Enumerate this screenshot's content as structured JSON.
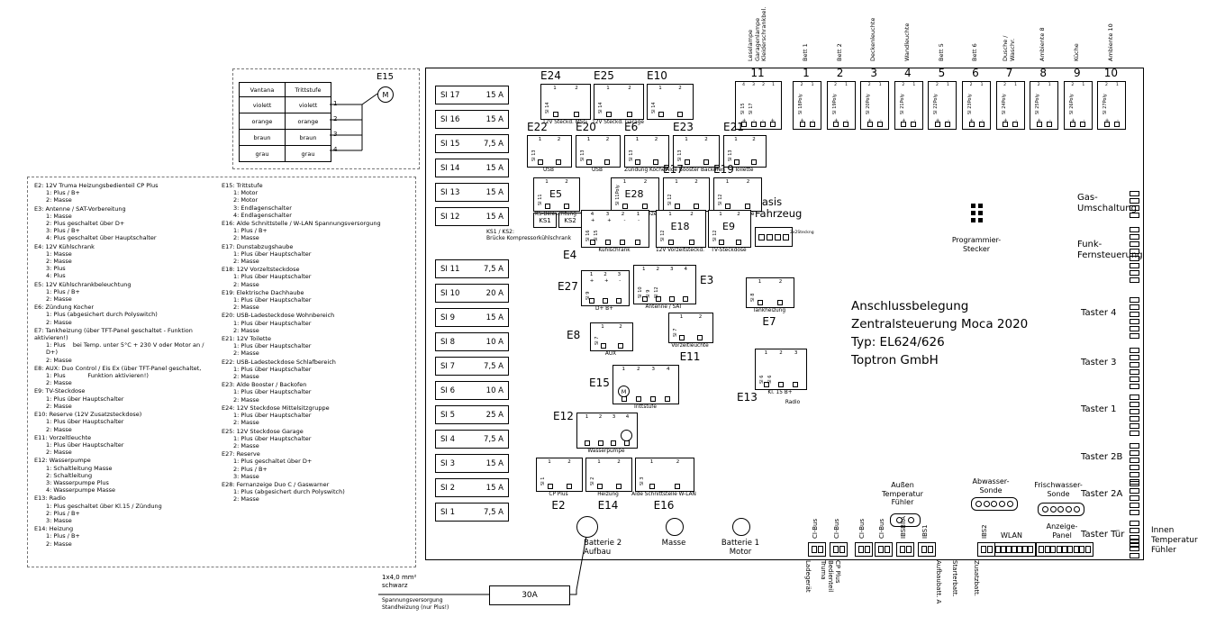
{
  "diagram_title": {
    "lines": [
      "Anschlussbelegung",
      "Zentralsteuerung Moca 2020",
      "Typ: EL624/626",
      "Toptron GmbH"
    ]
  },
  "e15_module": {
    "label": "E15",
    "motor_symbol": "M",
    "table": {
      "headers": [
        "Vantana",
        "Trittstufe"
      ],
      "rows": [
        {
          "vantana": "violett",
          "trittstufe": "violett",
          "pin": "1"
        },
        {
          "vantana": "orange",
          "trittstufe": "orange",
          "pin": "2"
        },
        {
          "vantana": "braun",
          "trittstufe": "braun",
          "pin": "3"
        },
        {
          "vantana": "grau",
          "trittstufe": "grau",
          "pin": "4"
        }
      ]
    }
  },
  "legend": {
    "left": [
      {
        "code": "E2:",
        "title": "12V Truma Heizungsbedienteil CP Plus",
        "pins": [
          "1: Plus / B+",
          "2: Masse"
        ]
      },
      {
        "code": "E3:",
        "title": "Antenne / SAT-Vorbereitung",
        "pins": [
          "1: Masse",
          "2: Plus geschaltet über D+",
          "3: Plus / B+",
          "4: Plus geschaltet über Hauptschalter"
        ]
      },
      {
        "code": "E4:",
        "title": "12V Kühlschrank",
        "pins": [
          "1: Masse",
          "2: Masse",
          "3: Plus",
          "4: Plus"
        ]
      },
      {
        "code": "E5:",
        "title": "12V Kühlschrankbeleuchtung",
        "pins": [
          "1: Plus / B+",
          "2: Masse"
        ]
      },
      {
        "code": "E6:",
        "title": "Zündung Kocher",
        "pins": [
          "1: Plus (abgesichert durch Polyswitch)",
          "2: Masse"
        ]
      },
      {
        "code": "E7:",
        "title": "Tankheizung (über TFT-Panel geschaltet - Funktion aktivieren!)",
        "pins": [
          "1: Plus    bei Temp. unter 5°C + 230 V oder Motor an / D+)",
          "2: Masse"
        ]
      },
      {
        "code": "E8:",
        "title": "AUX: Duo Control / Eis Ex (über TFT-Panel geschaltet,",
        "pins": [
          "1: Plus            Funktion aktivieren!)",
          "2: Masse"
        ]
      },
      {
        "code": "E9:",
        "title": "TV-Steckdose",
        "pins": [
          "1: Plus über Hauptschalter",
          "2: Masse"
        ]
      },
      {
        "code": "E10:",
        "title": "Reserve (12V Zusatzsteckdose)",
        "pins": [
          "1: Plus über Hauptschalter",
          "2: Masse"
        ]
      },
      {
        "code": "E11:",
        "title": "Vorzeltleuchte",
        "pins": [
          "1: Plus über Hauptschalter",
          "2: Masse"
        ]
      },
      {
        "code": "E12:",
        "title": "Wasserpumpe",
        "pins": [
          "1: Schaltleitung Masse",
          "2: Schaltleitung",
          "3: Wasserpumpe Plus",
          "4: Wasserpumpe Masse"
        ]
      },
      {
        "code": "E13:",
        "title": "Radio",
        "pins": [
          "1: Plus geschaltet über Kl.15 / Zündung",
          "2: Plus / B+",
          "3: Masse"
        ]
      },
      {
        "code": "E14:",
        "title": "Heizung",
        "pins": [
          "1: Plus / B+",
          "2: Masse"
        ]
      }
    ],
    "right": [
      {
        "code": "E15:",
        "title": "Trittstufe",
        "pins": [
          "1: Motor",
          "2: Motor",
          "3: Endlagenschalter",
          "4: Endlagenschalter"
        ]
      },
      {
        "code": "E16:",
        "title": "Alde Schnittstelle / W-LAN Spannungsversorgung",
        "pins": [
          "1: Plus / B+",
          "2: Masse"
        ]
      },
      {
        "code": "E17:",
        "title": "Dunstabzugshaube",
        "pins": [
          "1: Plus über Hauptschalter",
          "2: Masse"
        ]
      },
      {
        "code": "E18:",
        "title": "12V Vorzeltsteckdose",
        "pins": [
          "1: Plus über Hauptschalter",
          "2: Masse"
        ]
      },
      {
        "code": "E19:",
        "title": "Elektrische Dachhaube",
        "pins": [
          "1: Plus über Hauptschalter",
          "2: Masse"
        ]
      },
      {
        "code": "E20:",
        "title": "USB-Ladesteckdose Wohnbereich",
        "pins": [
          "1: Plus über Hauptschalter",
          "2: Masse"
        ]
      },
      {
        "code": "E21:",
        "title": "12V Toilette",
        "pins": [
          "1: Plus über Hauptschalter",
          "2: Masse"
        ]
      },
      {
        "code": "E22:",
        "title": "USB-Ladesteckdose Schlafbereich",
        "pins": [
          "1: Plus über Hauptschalter",
          "2: Masse"
        ]
      },
      {
        "code": "E23:",
        "title": "Alde Booster / Backofen",
        "pins": [
          "1: Plus über Hauptschalter",
          "2: Masse"
        ]
      },
      {
        "code": "E24:",
        "title": "12V Steckdose Mittelsitzgruppe",
        "pins": [
          "1: Plus über Hauptschalter",
          "2: Masse"
        ]
      },
      {
        "code": "E25:",
        "title": "12V Steckdose Garage",
        "pins": [
          "1: Plus über Hauptschalter",
          "2: Masse"
        ]
      },
      {
        "code": "E27:",
        "title": "Reserve",
        "pins": [
          "1: Plus geschaltet über D+",
          "2: Plus / B+",
          "3: Masse"
        ]
      },
      {
        "code": "E28:",
        "title": "Fernanzeige Duo C / Gaswarner",
        "pins": [
          "1: Plus (abgesichert durch Polyswitch)",
          "2: Masse"
        ]
      }
    ]
  },
  "fuses": {
    "group1": [
      {
        "name": "SI 17",
        "amp": "15 A"
      },
      {
        "name": "SI 16",
        "amp": "15 A"
      },
      {
        "name": "SI 15",
        "amp": "7,5 A"
      },
      {
        "name": "SI 14",
        "amp": "15 A"
      },
      {
        "name": "SI 13",
        "amp": "15 A"
      },
      {
        "name": "SI 12",
        "amp": "15 A"
      }
    ],
    "group2": [
      {
        "name": "SI 11",
        "amp": "7,5 A"
      },
      {
        "name": "SI 10",
        "amp": "20 A"
      },
      {
        "name": "SI 9",
        "amp": "15 A"
      },
      {
        "name": "SI 8",
        "amp": "10 A"
      },
      {
        "name": "SI 7",
        "amp": "7,5 A"
      },
      {
        "name": "SI 6",
        "amp": "10 A"
      },
      {
        "name": "SI 5",
        "amp": "25 A"
      },
      {
        "name": "SI 4",
        "amp": "7,5 A"
      },
      {
        "name": "SI 3",
        "amp": "15 A"
      },
      {
        "name": "SI 2",
        "amp": "15 A"
      },
      {
        "name": "SI 1",
        "amp": "7,5 A"
      }
    ]
  },
  "lamp_outputs": {
    "wide": {
      "num": "11",
      "header": [
        "Leselampe",
        "Garagenlampe",
        "Kleiderschrankbel."
      ],
      "pins": "4 3 2 1",
      "signs": "+ - - +",
      "fuses": [
        "SI 15",
        "SI 17"
      ]
    },
    "items": [
      {
        "num": "1",
        "header": [
          "Bett 1"
        ],
        "fuse": "SI 18Poly"
      },
      {
        "num": "2",
        "header": [
          "Bett 2"
        ],
        "fuse": "SI 19Poly"
      },
      {
        "num": "3",
        "header": [
          "Deckenleuchte"
        ],
        "fuse": "SI 20Poly"
      },
      {
        "num": "4",
        "header": [
          "Wandleuchte"
        ],
        "fuse": "SI 21Poly"
      },
      {
        "num": "5",
        "header": [
          "Bett 5"
        ],
        "fuse": "SI 22Poly"
      },
      {
        "num": "6",
        "header": [
          "Bett 6"
        ],
        "fuse": "SI 23Poly"
      },
      {
        "num": "7",
        "header": [
          "Dusche /",
          "Waschr."
        ],
        "fuse": "SI 24Poly"
      },
      {
        "num": "8",
        "header": [
          "Ambiente 8"
        ],
        "fuse": "SI 25Poly"
      },
      {
        "num": "9",
        "header": [
          "Küche"
        ],
        "fuse": "SI 26Poly"
      },
      {
        "num": "10",
        "header": [
          "Ambiente 10"
        ],
        "fuse": "SI 27Poly"
      }
    ]
  },
  "blocks": [
    {
      "id": "E24",
      "label": "E24",
      "pins": "1 2",
      "fuses": [
        "SI 14"
      ],
      "caption": "12V Steckd. MSG"
    },
    {
      "id": "E25",
      "label": "E25",
      "pins": "1 2",
      "fuses": [
        "SI 14"
      ],
      "caption": "12V Steckd. Garage"
    },
    {
      "id": "E10",
      "label": "E10",
      "pins": "1 2",
      "fuses": [
        "SI 14"
      ],
      "caption": ""
    },
    {
      "id": "E22",
      "label": "E22",
      "pins": "1 2",
      "fuses": [
        "SI 13"
      ],
      "caption": "USB"
    },
    {
      "id": "E20",
      "label": "E20",
      "pins": "1 2",
      "fuses": [
        "SI 13"
      ],
      "caption": "USB"
    },
    {
      "id": "E6",
      "label": "E6",
      "pins": "1 2",
      "fuses": [
        "SI 13"
      ],
      "caption": "Zündung Kocher"
    },
    {
      "id": "E23",
      "label": "E23",
      "pins": "1 2",
      "fuses": [
        "SI 13"
      ],
      "caption": "Alde Booster Backofen"
    },
    {
      "id": "E21",
      "label": "E21",
      "pins": "1 2",
      "fuses": [
        "SI 13"
      ],
      "caption": "Toilette"
    },
    {
      "id": "E5",
      "label": "E5",
      "pins": "1 2",
      "fuses": [
        "SI 11"
      ],
      "caption": "KS-Beleuchtung"
    },
    {
      "id": "E28",
      "label": "E28",
      "pins": "1 2",
      "fuses": [
        "SI 11Poly"
      ],
      "caption": "Gaswarner Fernanzeige"
    },
    {
      "id": "E17",
      "label": "E17",
      "pins": "1 2",
      "fuses": [
        "SI 12"
      ],
      "caption": "Dunstabzug"
    },
    {
      "id": "E19",
      "label": "E19",
      "pins": "1 2",
      "fuses": [
        "SI 12"
      ],
      "caption": "E-Dachhaube"
    },
    {
      "id": "E4",
      "label": "E4",
      "pins": "4 3 2 1",
      "signs": "+ + - -",
      "fuses": [
        "SI 16",
        "SI 15"
      ],
      "caption": "Kühlschrank"
    },
    {
      "id": "E18",
      "label": "E18",
      "pins": "1 2",
      "fuses": [
        "SI 12"
      ],
      "caption": "12V Vorzeltsteckd."
    },
    {
      "id": "E9",
      "label": "E9",
      "pins": "1 2",
      "fuses": [
        "SI 12"
      ],
      "caption": "TV-Steckdose"
    },
    {
      "id": "E27",
      "label": "E27",
      "pins": "1 2 3",
      "signs": "+ + -",
      "fuses": [
        "SI 9"
      ],
      "caption": "D+   B+"
    },
    {
      "id": "E3",
      "label": "E3",
      "pins": "1 2 3 4",
      "fuses": [
        "SI 10",
        "SI 9",
        "SI 12"
      ],
      "caption": "Antenne / SAT"
    },
    {
      "id": "E7",
      "label": "E7",
      "pins": "1 2",
      "fuses": [
        "SI 8"
      ],
      "caption": "Tankheizung"
    },
    {
      "id": "E8",
      "label": "E8",
      "pins": "1 2",
      "fuses": [
        "SI 7"
      ],
      "caption": "AUX"
    },
    {
      "id": "E11",
      "label": "E11",
      "pins": "1 2",
      "fuses": [
        "SI 7"
      ],
      "caption": "Vorzeltleuchte"
    },
    {
      "id": "E15",
      "label": "E15",
      "pins": "1 2 3 4",
      "fuses": [],
      "caption": "Trittstufe",
      "motor": true
    },
    {
      "id": "E13",
      "label": "E13",
      "pins": "1 2 3",
      "fuses": [
        "SI 6",
        "SI 6"
      ],
      "caption": "Kl. 15   B+",
      "caption2": "Radio"
    },
    {
      "id": "E12",
      "label": "E12",
      "pins": "1 2 3 4",
      "fuses": [],
      "caption": "Wasserpumpe",
      "motor2": true
    },
    {
      "id": "E2",
      "label": "E2",
      "pins": "1 2",
      "fuses": [
        "SI 1"
      ],
      "caption": "CP Plus"
    },
    {
      "id": "E14",
      "label": "E14",
      "pins": "1 2",
      "fuses": [
        "SI 2"
      ],
      "caption": "Heizung"
    },
    {
      "id": "E16",
      "label": "E16",
      "pins": "1 2",
      "fuses": [
        "SI 3"
      ],
      "caption": "Alde Schnittstelle   W-LAN"
    }
  ],
  "ks": {
    "k1": "KS1",
    "k2": "KS2",
    "note": [
      "KS1 / KS2:",
      "Brücke Kompressorkühlschrank"
    ]
  },
  "basis": {
    "lines": [
      "Basis",
      "Fahrzeug"
    ],
    "note": "2x2Steckng"
  },
  "programmier": {
    "lines": [
      "Programmier-",
      "Stecker"
    ]
  },
  "right_ports": [
    {
      "lines": [
        "Gas-",
        "Umschaltung"
      ]
    },
    {
      "lines": [
        "Funk-",
        "Fernsteuerung"
      ]
    },
    {
      "lines": [
        "Taster 4"
      ]
    },
    {
      "lines": [
        "Taster 3"
      ]
    },
    {
      "lines": [
        "Taster 1"
      ]
    },
    {
      "lines": [
        "Taster 2B"
      ]
    },
    {
      "lines": [
        "Taster 2A"
      ]
    },
    {
      "lines": [
        "Taster Tür"
      ]
    }
  ],
  "innen_temp": {
    "lines": [
      "Innen",
      "Temperatur",
      "Fühler"
    ]
  },
  "bottom": {
    "battery2": [
      "Batterie 2",
      "Aufbau"
    ],
    "masse": [
      "Masse"
    ],
    "battery1": [
      "Batterie 1",
      "Motor"
    ],
    "rotated_labels": [
      "CI-Bus",
      "CI-Bus",
      "CI-Bus",
      "CI-Bus",
      "IBSBIIA",
      "IBS1",
      "IBS2"
    ],
    "wlan": "WLAN",
    "anzeige_panel": [
      "Anzeige-",
      "Panel"
    ],
    "aussen_temp": [
      "Außen",
      "Temperatur",
      "Fühler"
    ],
    "abwasser": [
      "Abwasser-",
      "Sonde"
    ],
    "frischwasser": [
      "Frischwasser-",
      "Sonde"
    ],
    "below_labels": [
      [
        "Ladegerät"
      ],
      [
        "Truma",
        "Bedienteil",
        "CP Plus"
      ],
      [
        "Aufbaubatt. A"
      ],
      [
        "Starterbatt."
      ],
      [
        "Zusatzbatt."
      ]
    ]
  },
  "external": {
    "fuse": "30A",
    "wire_spec": [
      "1x4,0 mm²",
      "schwarz"
    ],
    "wire_note": [
      "Spannungsversorgung",
      "Standheizung (nur Plus!)"
    ]
  }
}
